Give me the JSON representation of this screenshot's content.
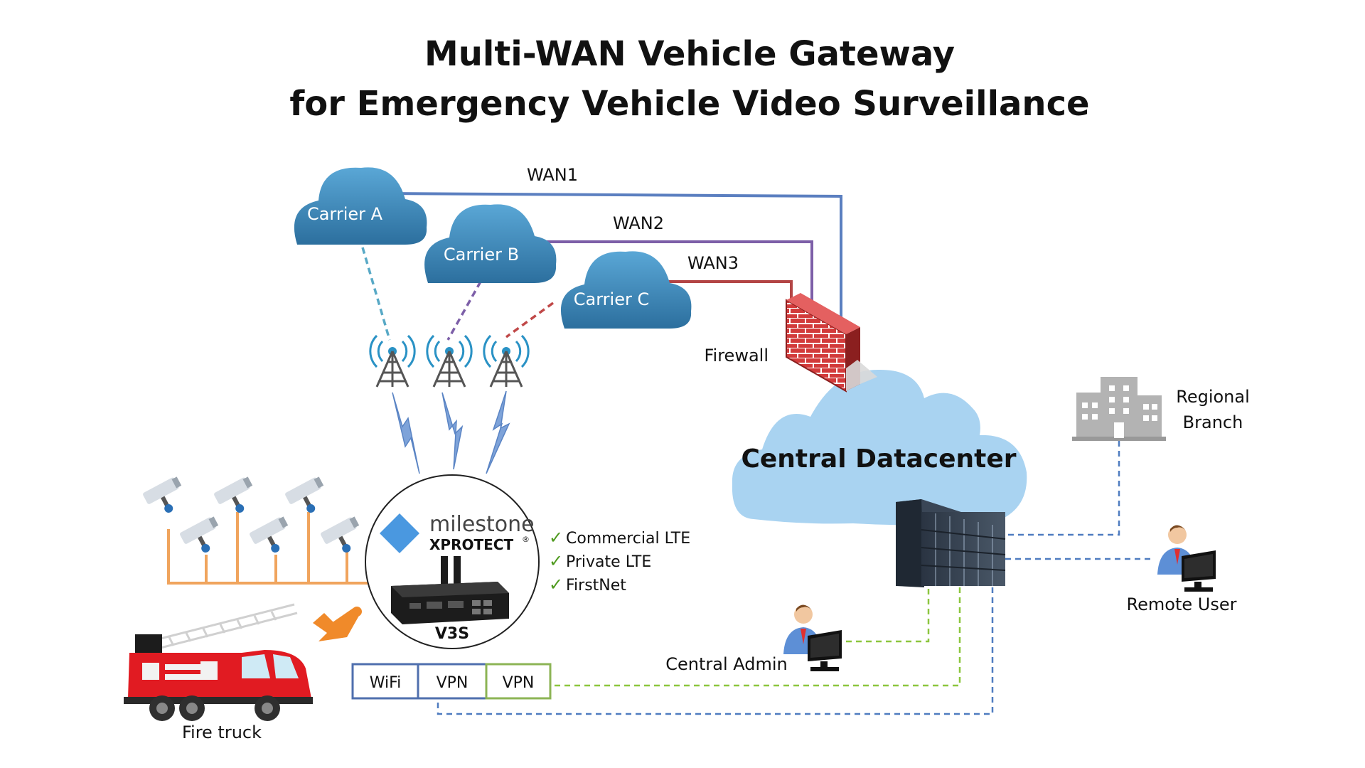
{
  "title": {
    "line1": "Multi-WAN Vehicle Gateway",
    "line2": "for Emergency Vehicle Video Surveillance"
  },
  "carriers": [
    {
      "label": "Carrier A"
    },
    {
      "label": "Carrier B"
    },
    {
      "label": "Carrier C"
    }
  ],
  "wans": [
    {
      "label": "WAN1",
      "color": "#5b7fc0"
    },
    {
      "label": "WAN2",
      "color": "#7d5fa8"
    },
    {
      "label": "WAN3",
      "color": "#b34545"
    }
  ],
  "firewall": {
    "label": "Firewall"
  },
  "datacenter": {
    "label": "Central Datacenter"
  },
  "regional_branch": {
    "line1": "Regional",
    "line2": "Branch"
  },
  "remote_user": {
    "label": "Remote User"
  },
  "central_admin": {
    "label": "Central Admin"
  },
  "gateway": {
    "brand": "milestone",
    "product": "XPROTECT",
    "trademark": "®",
    "model": "V3S"
  },
  "connectivity": [
    {
      "label": "Commercial LTE"
    },
    {
      "label": "Private LTE"
    },
    {
      "label": "FirstNet"
    }
  ],
  "check_mark": "✓",
  "tunnels": [
    {
      "label": "WiFi",
      "color": "#4f6fae"
    },
    {
      "label": "VPN",
      "color": "#4f6fae"
    },
    {
      "label": "VPN",
      "color": "#8cb455"
    }
  ],
  "vehicle": {
    "label": "Fire truck"
  },
  "colors": {
    "cloud_blue": "#3d88b5",
    "datacenter_cloud": "#a9d3f1",
    "camera_line": "#f0a45d",
    "dash_blue": "#4f7cc0",
    "dash_green": "#8cc63e",
    "truck_red": "#e11b22",
    "arrow_orange": "#f08a2a"
  }
}
